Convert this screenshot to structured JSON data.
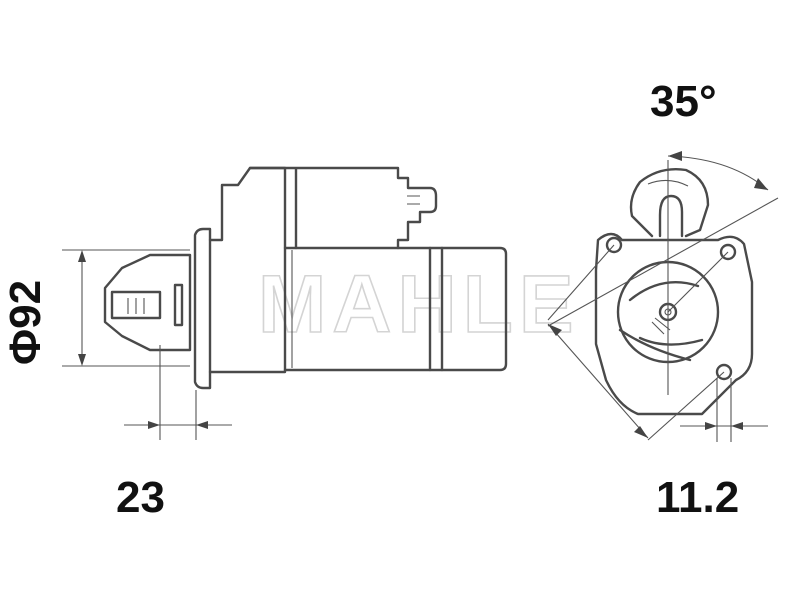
{
  "watermark": "MAHLE",
  "dimensions": {
    "diameter": "Φ92",
    "flange_offset": "23",
    "angle": "35°",
    "bolt_hole": "11.2"
  }
}
